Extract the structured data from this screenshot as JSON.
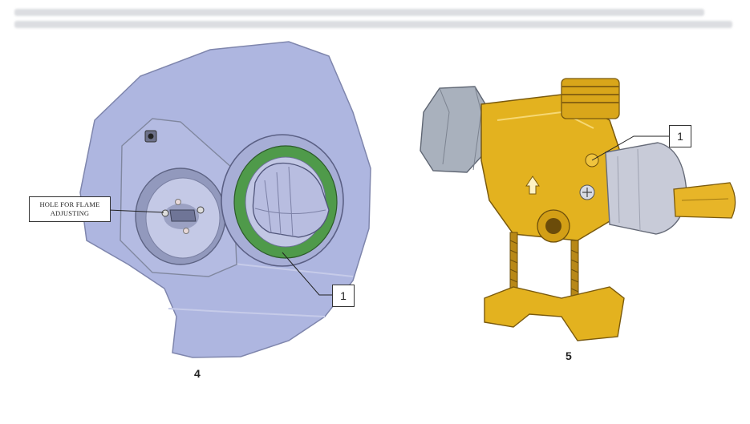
{
  "figure4": {
    "label_text": "HOLE FOR FLAME ADJUSTING",
    "callout_number": "1",
    "caption": "4"
  },
  "figure5": {
    "callout_number": "1",
    "caption": "5"
  },
  "colors": {
    "panel": "#aeb6e0",
    "knob_ring": "#4f9a4a",
    "brass": "#e3b21f",
    "nut": "#a9b1bd",
    "metal": "#c8cbd8"
  }
}
